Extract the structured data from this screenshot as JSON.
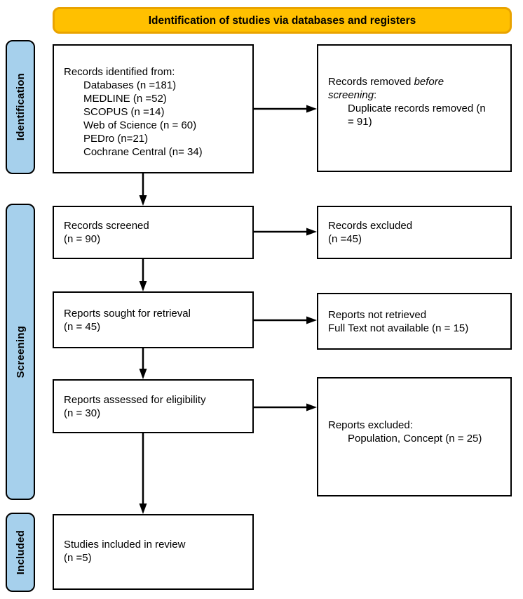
{
  "banner": {
    "title": "Identification of studies via databases and registers"
  },
  "colors": {
    "banner_fill": "#FFC000",
    "banner_border": "#E9A300",
    "stage_fill": "#A6D0EC",
    "box_border": "#000000",
    "arrow": "#000000"
  },
  "stages": {
    "identification": "Identification",
    "screening": "Screening",
    "included": "Included"
  },
  "boxes": {
    "records_identified": {
      "title": "Records identified from:",
      "items": [
        "Databases (n =181)",
        "MEDLINE (n =52)",
        "SCOPUS (n =14)",
        "Web of Science (n = 60)",
        "PEDro (n=21)",
        "Cochrane Central (n= 34)"
      ]
    },
    "records_removed": {
      "t1": "Records removed ",
      "t1_italic": "before",
      "t2_italic": "screening",
      "t2_colon": ":",
      "item": "Duplicate records removed (n = 91)"
    },
    "records_screened": {
      "line1": "Records screened",
      "line2": "(n = 90)"
    },
    "records_excluded": {
      "line1": "Records excluded",
      "line2": "(n =45)"
    },
    "reports_sought": {
      "line1": "Reports sought for retrieval",
      "line2": "(n = 45)"
    },
    "reports_not_retrieved": {
      "line1": "Reports not retrieved",
      "line2": "Full Text not available (n = 15)"
    },
    "reports_assessed": {
      "line1": "Reports assessed for eligibility",
      "line2": "(n = 30)"
    },
    "reports_excluded": {
      "title": "Reports excluded:",
      "item": "Population, Concept (n = 25)"
    },
    "studies_included": {
      "line1": "Studies included in review",
      "line2": "(n =5)"
    }
  }
}
